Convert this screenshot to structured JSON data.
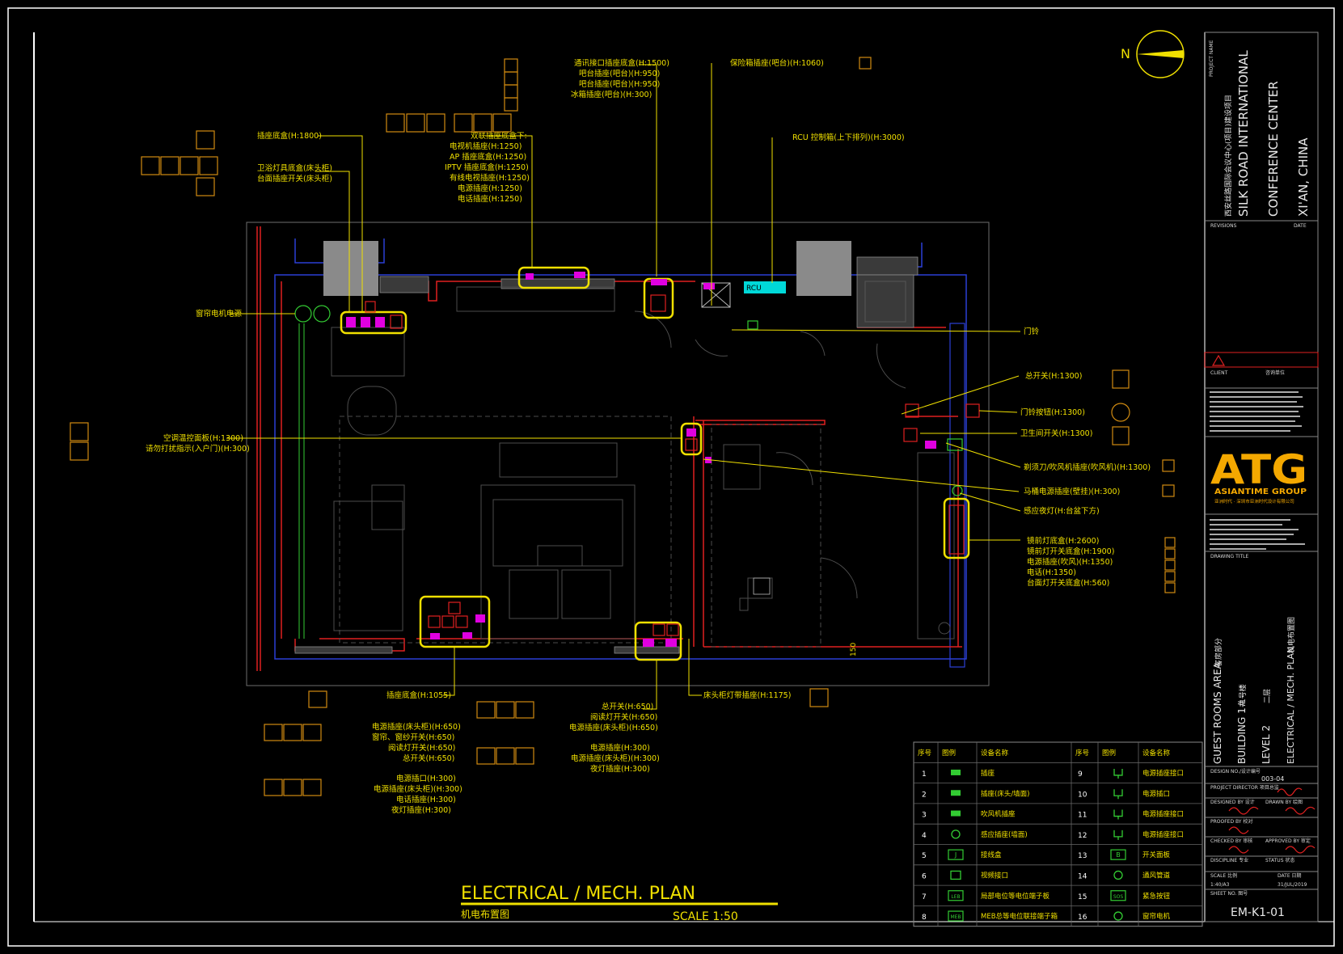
{
  "north_label": "N",
  "title": {
    "main": "ELECTRICAL / MECH. PLAN",
    "sub": "机电布置图",
    "scale": "SCALE 1:50"
  },
  "annotations_top": [
    "插座底盒(H:1800)",
    "卫浴灯具底盒(床头柜)",
    "台面插座开关(床头柜)",
    "双联插座底盒下:",
    "电视机插座(H:1250)",
    "AP 插座底盒(H:1250)",
    "IPTV 插座底盒(H:1250)",
    "有线电视插座(H:1250)",
    "电源插座(H:1250)",
    "电话插座(H:1250)",
    "通讯接口插座底盒(H:1500)",
    "吧台插座(吧台)(H:950)",
    "吧台插座(吧台)(H:950)",
    "冰箱插座(吧台)(H:300)",
    "保险箱插座(吧台)(H:1060)",
    "RCU 控制箱(上下排列)(H:3000)"
  ],
  "annotations_left": [
    "窗帘电机电源",
    "空调温控面板(H:1300)",
    "请勿打扰指示(入户门)(H:300)"
  ],
  "annotations_right": [
    "门铃",
    "总开关(H:1300)",
    "门铃按钮(H:1300)",
    "卫生间开关(H:1300)",
    "剃须刀/吹风机插座(吹风机)(H:1300)",
    "马桶电源插座(壁挂)(H:300)",
    "感应夜灯(H:台盆下方)",
    "镜前灯底盒(H:2600)",
    "镜前灯开关底盒(H:1900)",
    "电源插座(吹风)(H:1350)",
    "电话(H:1350)",
    "台面灯开关底盒(H:560)"
  ],
  "annotations_bottom": [
    "插座底盒(H:1055)",
    "电源插座(床头柜)(H:650)",
    "窗帘、窗纱开关(H:650)",
    "阅读灯开关(H:650)",
    "总开关(H:650)",
    "电源插口(H:300)",
    "电源插座(床头柜)(H:300)",
    "电话插座(H:300)",
    "夜灯插座(H:300)",
    "总开关(H:650)",
    "阅读灯开关(H:650)",
    "电源插座(床头柜)(H:650)",
    "电源插座(H:300)",
    "电源插座(床头柜)(H:300)",
    "夜灯插座(H:300)",
    "床头柜灯带插座(H:1175)"
  ],
  "rcu_label": "RCU",
  "dim_150": "150",
  "legend": {
    "headers": [
      "序号",
      "图例",
      "设备名称",
      "序号",
      "图例",
      "设备名称"
    ],
    "rows": [
      {
        "n1": "1",
        "sym1": "fan",
        "name1": "插座",
        "n2": "9",
        "sym2": "plug",
        "name2": "电源插座接口"
      },
      {
        "n1": "2",
        "sym1": "fan",
        "name1": "插座(床头/墙面)",
        "n2": "10",
        "sym2": "plug",
        "name2": "电源插口"
      },
      {
        "n1": "3",
        "sym1": "fan",
        "name1": "吹风机插座",
        "n2": "11",
        "sym2": "plug",
        "name2": "电源插座接口"
      },
      {
        "n1": "4",
        "sym1": "circle",
        "name1": "感应插座(墙面)",
        "n2": "12",
        "sym2": "plug",
        "name2": "电源插座接口"
      },
      {
        "n1": "5",
        "sym1": "J",
        "name1": "接线盒",
        "n2": "13",
        "sym2": "B",
        "name2": "开关面板"
      },
      {
        "n1": "6",
        "sym1": "box",
        "name1": "视频接口",
        "n2": "14",
        "sym2": "circle",
        "name2": "通风管道"
      },
      {
        "n1": "7",
        "sym1": "LEB",
        "name1": "局部电位等电位端子板",
        "n2": "15",
        "sym2": "SOS",
        "name2": "紧急按钮"
      },
      {
        "n1": "8",
        "sym1": "MEB",
        "name1": "MEB总等电位联接端子箱",
        "n2": "16",
        "sym2": "circle",
        "name2": "窗帘电机"
      }
    ]
  },
  "title_block": {
    "project_name_label": "PROJECT NAME",
    "project_cn": "西安丝路国际会议中心(项目)建设项目",
    "project_en_1": "SILK ROAD INTERNATIONAL",
    "project_en_2": "CONFERENCE CENTER",
    "project_en_3": "XI'AN, CHINA",
    "revisions_label": "REVISIONS",
    "date_label": "DATE",
    "client_label": "CLIENT",
    "consultant_label": "咨询单位",
    "logo": "ATG",
    "logo_sub": "ASIANTIME GROUP",
    "logo_cn": "亚洲时代 · 深圳市亚洲时代设计有限公司",
    "drawing_title_label": "DRAWING TITLE",
    "area_en": "GUEST ROOMS AREA",
    "area_cn": "客房部分",
    "building_en": "BUILDING 1#",
    "building_cn": "1号楼",
    "level_en": "LEVEL 2",
    "level_cn": "二层",
    "plan_en": "ELECTRICAL / MECH. PLAN",
    "plan_cn": "机电布置图",
    "design_no_label": "DESIGN NO./设计编号",
    "design_no": "003-04",
    "project_director": "PROJECT DIRECTOR 项目总监",
    "designed_by": "DESIGNED BY 设计",
    "drawn_by": "DRAWN BY 绘图",
    "proofed_by": "PROOFED BY 校对",
    "checked_by": "CHECKED BY 审核",
    "approved_by": "APPROVED BY 审定",
    "discipline": "DISCIPLINE 专业",
    "status": "STATUS 状态",
    "scale_label": "SCALE 比例",
    "scale_value": "1:40/A3",
    "date_label_2": "DATE 日期",
    "date_value": "31/JUL/2019",
    "sheet_no_label": "SHEET NO. 图号",
    "sheet_no": "EM-K1-01"
  }
}
